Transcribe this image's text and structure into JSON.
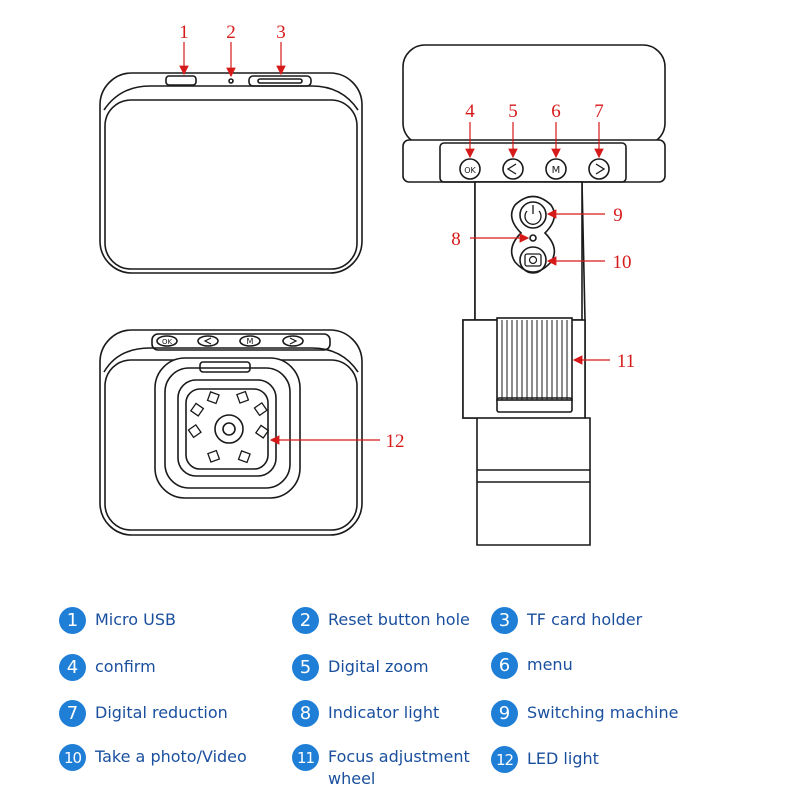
{
  "callouts": [
    "1",
    "2",
    "3",
    "4",
    "5",
    "6",
    "7",
    "8",
    "9",
    "10",
    "11",
    "12"
  ],
  "legend": [
    {
      "num": "1",
      "label": "Micro USB"
    },
    {
      "num": "2",
      "label": "Reset button hole"
    },
    {
      "num": "3",
      "label": "TF card holder"
    },
    {
      "num": "4",
      "label": "confirm"
    },
    {
      "num": "5",
      "label": "Digital zoom"
    },
    {
      "num": "6",
      "label": "menu"
    },
    {
      "num": "7",
      "label": "Digital reduction"
    },
    {
      "num": "8",
      "label": "Indicator light"
    },
    {
      "num": "9",
      "label": "Switching machine"
    },
    {
      "num": "10",
      "label": "Take a photo/Video"
    },
    {
      "num": "11",
      "label": "Focus adjustment wheel"
    },
    {
      "num": "12",
      "label": "LED light"
    }
  ],
  "colors": {
    "callout": "#d61a1a",
    "badge": "#1f7fd6",
    "legend_text": "#1a4f9e",
    "outline": "#1a1a1a"
  },
  "icons": [
    "ok-icon",
    "left-arrow-icon",
    "menu-m-icon",
    "right-arrow-icon",
    "power-icon",
    "camera-icon"
  ]
}
